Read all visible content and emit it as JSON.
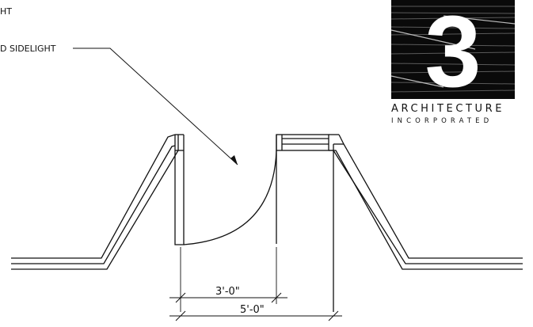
{
  "annotations": {
    "top_left_partial": "HT",
    "sidelight_label": "D SIDELIGHT"
  },
  "dimensions": {
    "opening": "3'-0\"",
    "overall": "5'-0\""
  },
  "logo": {
    "numeral": "3",
    "line1": "ARCHITECTURE",
    "line2": "INCORPORATED"
  },
  "colors": {
    "ink": "#111111",
    "background": "#ffffff"
  }
}
